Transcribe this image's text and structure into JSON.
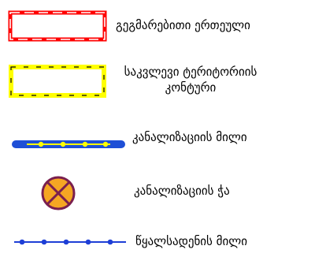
{
  "legend": {
    "items": [
      {
        "symbol": "planning-unit-boundary",
        "label": "გეგმარებითი ერთეული",
        "colors": {
          "fill": "#ff0000",
          "dash": "#ffffff"
        }
      },
      {
        "symbol": "survey-territory-contour",
        "label_lines": [
          "საკვლევი ტერიტორიის",
          "კონტური"
        ],
        "colors": {
          "fill": "#ffff00",
          "dash": "#000000"
        }
      },
      {
        "symbol": "sewerage-line",
        "label": "კანალიზაციის  მილი",
        "colors": {
          "line": "#1e4fd6",
          "inner": "#ffff00"
        }
      },
      {
        "symbol": "sewerage-manhole",
        "label": "კანალიზაციის  ჭა",
        "colors": {
          "fill": "#f5a623",
          "stroke": "#7a1f4f"
        }
      },
      {
        "symbol": "water-supply-line",
        "label": "წყალსადენის  მილი",
        "colors": {
          "line": "#1e3fd6"
        }
      }
    ]
  }
}
